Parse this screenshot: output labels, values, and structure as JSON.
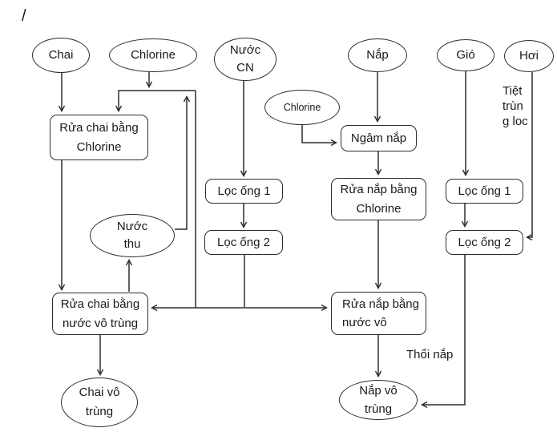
{
  "page": {
    "slash_mark": "/"
  },
  "diagram": {
    "colors": {
      "stroke": "#2d2d2d",
      "background": "#ffffff",
      "text": "#1a1a1a"
    },
    "ellipses": {
      "chai": {
        "label": "Chai"
      },
      "chlorine_top": {
        "label": "Chlorine"
      },
      "nuoc_cn": {
        "label": "Nước\nCN"
      },
      "nap": {
        "label": "Nắp"
      },
      "gio": {
        "label": "Gió"
      },
      "hoi": {
        "label": "Hơi"
      },
      "chlorine_small": {
        "label": "Chlorine"
      },
      "nuoc_thu": {
        "label": "Nước\nthu"
      },
      "chai_vo_trung": {
        "label": "Chai vô\ntrùng"
      },
      "nap_vo_trung": {
        "label": "Nắp vô\ntrùng"
      }
    },
    "boxes": {
      "rua_chai_chlorine": {
        "label": "Rửa chai bằng\nChlorine"
      },
      "ngam_nap": {
        "label": "Ngâm nắp"
      },
      "loc_ong_1_mid": {
        "label": "Lọc ống 1"
      },
      "loc_ong_2_mid": {
        "label": "Lọc ống 2"
      },
      "rua_nap_chlorine": {
        "label": "Rửa nắp bằng\nChlorine"
      },
      "loc_ong_1_right": {
        "label": "Lọc ống 1"
      },
      "loc_ong_2_right": {
        "label": "Lọc ống 2"
      },
      "rua_chai_nuoc": {
        "label": "Rửa chai bằng\nnước vô trùng"
      },
      "rua_nap_nuoc": {
        "label": "Rửa nắp bằng\nnước vô"
      }
    },
    "annotations": {
      "tiet_trung": "Tiệt\ntrùn\ng loc",
      "thoi_nap": "Thổi nắp"
    }
  }
}
